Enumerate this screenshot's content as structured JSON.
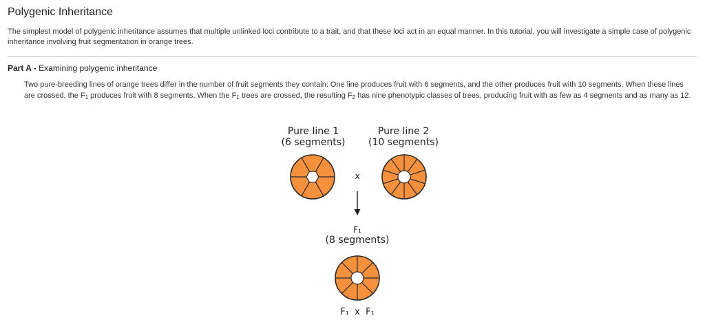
{
  "title": "Polygenic Inheritance",
  "intro": "The simplest model of polygenic inheritance assumes that multiple unlinked loci contribute to a trait, and that these loci act in an equal manner. In this tutorial, you will investigate a simple case of polygenic inheritance involving fruit segmentation in orange trees.",
  "part": {
    "label": "Part A -",
    "title": "Examining polygenic inheritance",
    "text_1": "Two pure-breeding lines of orange trees differ in the number of fruit segments they contain: One line produces fruit with 6 segments, and the other produces fruit with 10 segments. When these lines are crossed, the F",
    "text_sub_1": "1",
    "text_2": " produces fruit with 8 segments. When the F",
    "text_sub_2": "1",
    "text_3": " trees are crossed, the resulting F",
    "text_sub_3": "2",
    "text_4": " has nine phenotypic classes of trees, producing fruit with as few as 4 segments and as many as 12."
  },
  "figure": {
    "line1_name": "Pure line 1",
    "line1_segments": "(6 segments)",
    "line2_name": "Pure line 2",
    "line2_segments": "(10 segments)",
    "cross_symbol": "x",
    "f1_name": "F₁",
    "f1_segments": "(8 segments)",
    "f1_cross": "F₁  x  F₁",
    "fruits": [
      {
        "id": "line1",
        "segments": 6
      },
      {
        "id": "line2",
        "segments": 10
      },
      {
        "id": "f1",
        "segments": 8
      }
    ],
    "colors": {
      "fruit_fill": "#f5903d",
      "fruit_stroke": "#2a2a2a"
    }
  }
}
